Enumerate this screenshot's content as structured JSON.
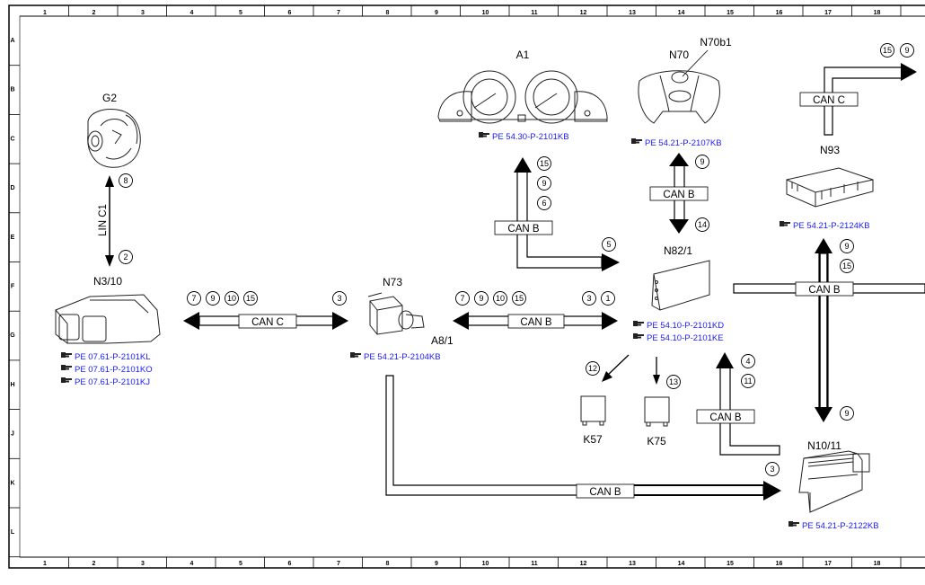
{
  "frame": {
    "columns": [
      "1",
      "2",
      "3",
      "4",
      "5",
      "6",
      "7",
      "8",
      "9",
      "10",
      "11",
      "12",
      "13",
      "14",
      "15",
      "16",
      "17",
      "18"
    ],
    "rows": [
      "A",
      "B",
      "C",
      "D",
      "E",
      "F",
      "G",
      "H",
      "J",
      "K",
      "L"
    ]
  },
  "components": {
    "g2": {
      "label": "G2"
    },
    "n3_10": {
      "label": "N3/10",
      "refs": [
        "PE 07.61-P-2101KL",
        "PE 07.61-P-2101KO",
        "PE 07.61-P-2101KJ"
      ]
    },
    "n73": {
      "label": "N73",
      "sublabel": "A8/1",
      "refs": [
        "PE 54.21-P-2104KB"
      ]
    },
    "a1": {
      "label": "A1",
      "refs": [
        "PE 54.30-P-2101KB"
      ]
    },
    "n70": {
      "label": "N70",
      "sublabel": "N70b1",
      "refs": [
        "PE 54.21-P-2107KB"
      ]
    },
    "n82_1": {
      "label": "N82/1",
      "refs": [
        "PE 54.10-P-2101KD",
        "PE 54.10-P-2101KE"
      ]
    },
    "n93": {
      "label": "N93",
      "refs": [
        "PE 54.21-P-2124KB"
      ]
    },
    "n10_11": {
      "label": "N10/11",
      "refs": [
        "PE 54.21-P-2122KB"
      ]
    },
    "k57": {
      "label": "K57"
    },
    "k75": {
      "label": "K75"
    }
  },
  "buses": {
    "lin_c1": {
      "label": "LIN C1",
      "top_nums": [
        "8"
      ],
      "bottom_nums": [
        "2"
      ]
    },
    "can_c_left": {
      "label": "CAN C",
      "left_nums": [
        "7",
        "9",
        "10",
        "15"
      ],
      "right_nums": [
        "3"
      ]
    },
    "can_b_mid": {
      "label": "CAN B",
      "left_nums": [
        "7",
        "9",
        "10",
        "15"
      ],
      "right_nums": [
        "3",
        "1"
      ]
    },
    "can_b_a1": {
      "label": "CAN B",
      "up_nums": [
        "15",
        "9",
        "6"
      ],
      "right_nums": [
        "5"
      ]
    },
    "can_b_n70": {
      "label": "CAN B",
      "up_nums": [
        "9"
      ],
      "down_nums": [
        "14"
      ]
    },
    "can_c_right": {
      "label": "CAN C",
      "nums": [
        "15",
        "9"
      ]
    },
    "can_b_right": {
      "label": "CAN B",
      "up_nums": [
        "9",
        "15"
      ],
      "down_nums": [
        "9"
      ]
    },
    "can_b_n10": {
      "label": "CAN B",
      "up_nums": [
        "4",
        "11"
      ]
    },
    "can_b_bottom": {
      "label": "CAN B",
      "right_nums": [
        "3"
      ]
    },
    "k57_arrow": {
      "nums": [
        "12"
      ]
    },
    "k75_arrow": {
      "nums": [
        "13"
      ]
    }
  },
  "ref_icon": "hand-pointer-icon",
  "colors": {
    "ref_link": "#1a1aff",
    "line": "#000000"
  }
}
